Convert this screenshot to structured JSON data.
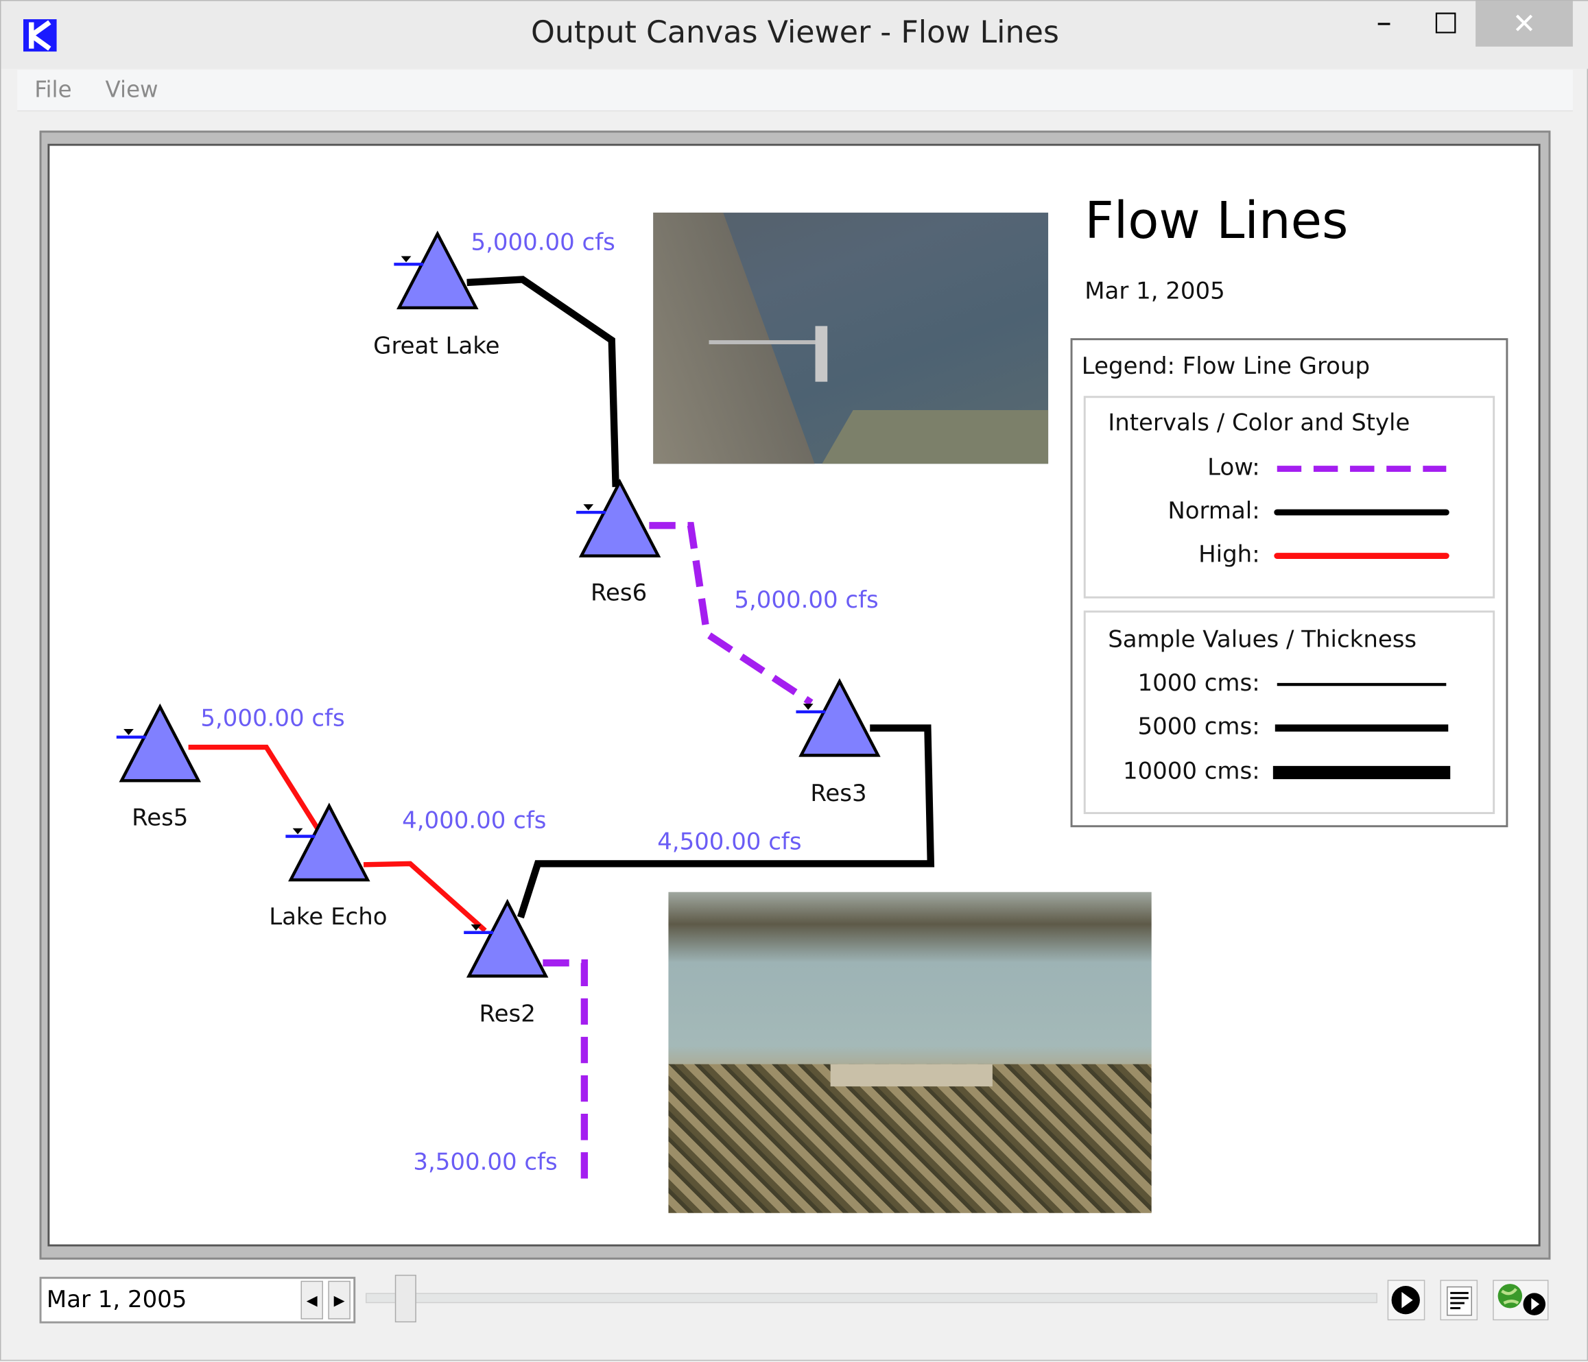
{
  "window": {
    "title": "Output Canvas Viewer - Flow Lines",
    "close": "✕",
    "minimize": "–",
    "maximize": "☐"
  },
  "menu": [
    "File",
    "View"
  ],
  "canvas": {
    "title": "Flow Lines",
    "date": "Mar 1, 2005",
    "nodes": [
      "Great Lake",
      "Res6",
      "Res3",
      "Res5",
      "Lake Echo",
      "Res2"
    ],
    "flow_labels": [
      "5,000.00 cfs",
      "5,000.00 cfs",
      "5,000.00 cfs",
      "4,000.00 cfs",
      "4,500.00 cfs",
      "3,500.00 cfs"
    ],
    "legend": {
      "title": "Legend: Flow Line Group",
      "intervals_heading": "Intervals / Color and Style",
      "intervals": [
        {
          "label": "Low:",
          "color": "#a41ef0",
          "style": "dashed"
        },
        {
          "label": "Normal:",
          "color": "#000000",
          "style": "solid"
        },
        {
          "label": "High:",
          "color": "#ff1010",
          "style": "solid"
        }
      ],
      "thickness_heading": "Sample Values / Thickness",
      "thickness": [
        {
          "label": "1000 cms:"
        },
        {
          "label": "5000 cms:"
        },
        {
          "label": "10000 cms:"
        }
      ]
    }
  },
  "controls": {
    "date": "Mar 1, 2005",
    "prev": "◀",
    "next": "▶",
    "slider_position": 0.03
  }
}
